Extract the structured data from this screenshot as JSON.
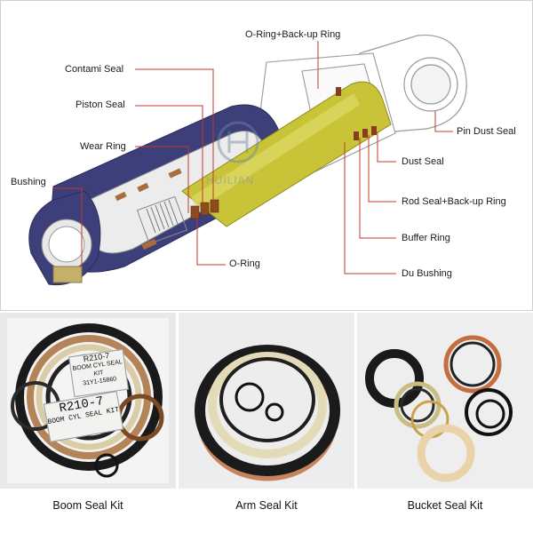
{
  "diagram": {
    "labels": {
      "o_ring_backup": "O-Ring+Back-up Ring",
      "contami_seal": "Contami Seal",
      "piston_seal": "Piston Seal",
      "wear_ring": "Wear Ring",
      "bushing": "Bushing",
      "o_ring": "O-Ring",
      "pin_dust_seal": "Pin Dust Seal",
      "dust_seal": "Dust Seal",
      "rod_seal_backup": "Rod Seal+Back-up Ring",
      "buffer_ring": "Buffer Ring",
      "du_bushing": "Du Bushing"
    },
    "watermark": "HUILIAN",
    "leader_color": "#c0392b"
  },
  "kits": [
    {
      "caption": "Boom Seal Kit",
      "tag_model": "R210-7",
      "tag_text": "BOOM CYL SEAL KIT",
      "small_tag_model": "R210-7",
      "small_tag_line1": "BOOM CYL SEAL KIT",
      "small_tag_line2": "31Y1-15860"
    },
    {
      "caption": "Arm Seal Kit"
    },
    {
      "caption": "Bucket Seal Kit"
    }
  ]
}
